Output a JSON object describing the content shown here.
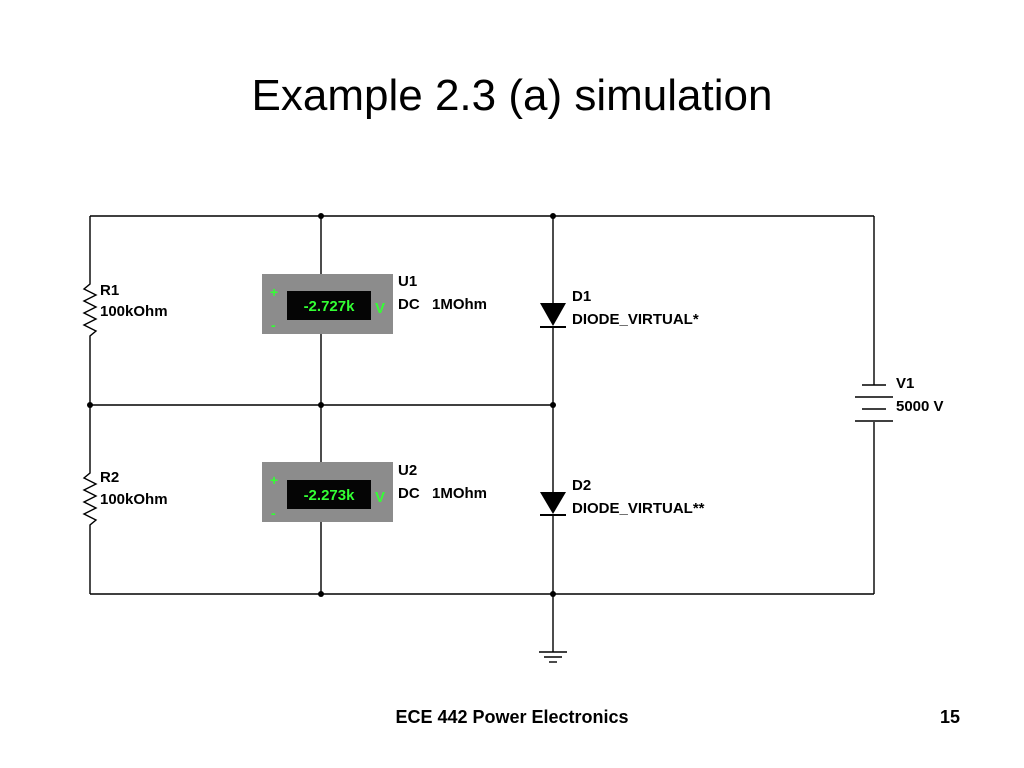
{
  "slide": {
    "title": "Example 2.3 (a) simulation",
    "footer": "ECE 442 Power Electronics",
    "page_number": "15"
  },
  "components": {
    "R1": {
      "ref": "R1",
      "value": "100kOhm"
    },
    "R2": {
      "ref": "R2",
      "value": "100kOhm"
    },
    "U1": {
      "ref": "U1",
      "mode": "DC",
      "resistance": "1MOhm",
      "reading": "-2.727k",
      "unit": "V",
      "plus": "+",
      "minus": "-"
    },
    "U2": {
      "ref": "U2",
      "mode": "DC",
      "resistance": "1MOhm",
      "reading": "-2.273k",
      "unit": "V",
      "plus": "+",
      "minus": "-"
    },
    "D1": {
      "ref": "D1",
      "model": "DIODE_VIRTUAL*"
    },
    "D2": {
      "ref": "D2",
      "model": "DIODE_VIRTUAL**"
    },
    "V1": {
      "ref": "V1",
      "value": "5000 V"
    }
  },
  "colors": {
    "meter_body": "#8c8c8c",
    "meter_display": "#33ff33"
  }
}
